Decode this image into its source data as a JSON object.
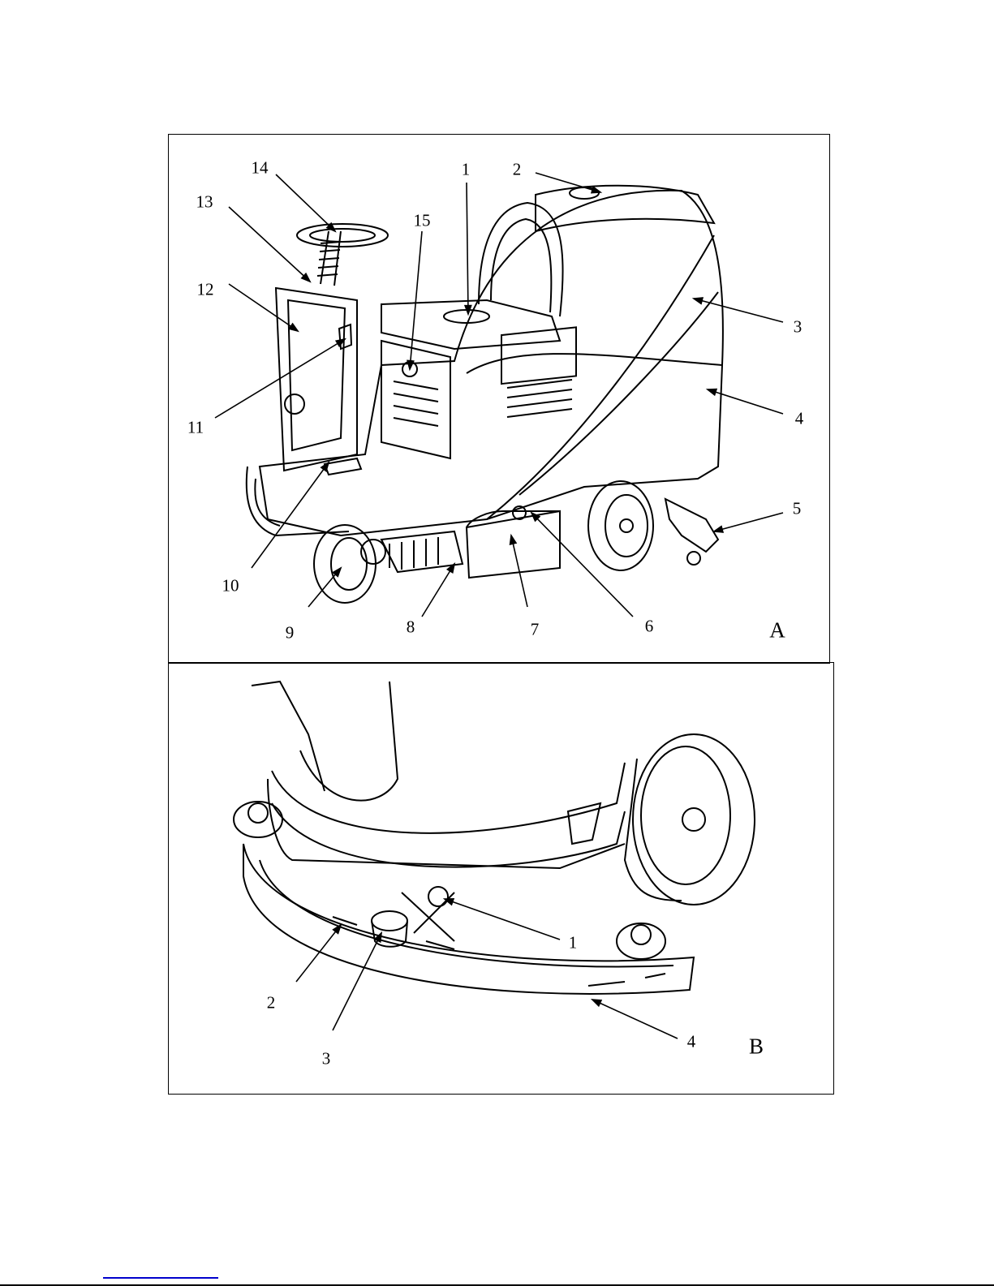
{
  "figure_a": {
    "panel_letter": "A",
    "callouts": [
      "1",
      "2",
      "3",
      "4",
      "5",
      "6",
      "7",
      "8",
      "9",
      "10",
      "11",
      "12",
      "13",
      "14",
      "15"
    ]
  },
  "figure_b": {
    "panel_letter": "B",
    "callouts": [
      "1",
      "2",
      "3",
      "4"
    ]
  },
  "colors": {
    "line": "#000000",
    "link": "#0000cc"
  }
}
